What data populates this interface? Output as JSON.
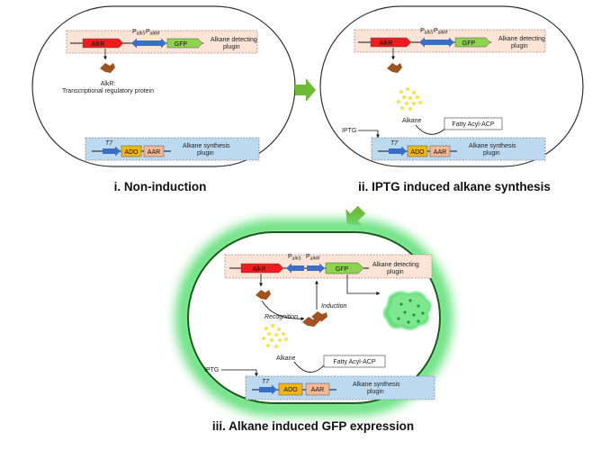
{
  "colors": {
    "alkR": "#ee1c1c",
    "gfp": "#8ed24f",
    "ado": "#f2b517",
    "aar": "#f2b896",
    "promoter_arrow": "#3b6fc7",
    "detect_plugin_bg": "#fbe3d6",
    "synth_plugin_bg": "#bcd9f0",
    "protein": "#a1521f",
    "alkane_dot": "#f5e34a",
    "gfp_glow": "#66e07e",
    "stage_arrow": "#6dbb35"
  },
  "panel_i": {
    "genes": {
      "alkR": "AlkR",
      "gfp": "GFP"
    },
    "promoter_s": {
      "main": "P",
      "sub": "alkS"
    },
    "promoter_m": {
      "main": "P",
      "sub": "alkM"
    },
    "detect_plugin": [
      "Alkane detecting",
      "plugin"
    ],
    "protein_label": [
      "AlkR:",
      "Transcriptional regulatory protein"
    ],
    "t7": "T7",
    "ado": "ADO",
    "aar": "AAR",
    "synth_plugin": [
      "Alkane synthesis",
      "plugin"
    ],
    "caption": "i. Non-induction"
  },
  "panel_ii": {
    "genes": {
      "alkR": "AlkR",
      "gfp": "GFP"
    },
    "promoter_s": {
      "main": "P",
      "sub": "alkS"
    },
    "promoter_m": {
      "main": "P",
      "sub": "alkM"
    },
    "detect_plugin": [
      "Alkane detecting",
      "plugin"
    ],
    "alkane": "Alkane",
    "fatty": "Fatty Acyl-ACP",
    "iptg": "IPTG",
    "t7": "T7",
    "ado": "ADO",
    "aar": "AAR",
    "synth_plugin": [
      "Alkane synthesis",
      "plugin"
    ],
    "caption": "ii. IPTG induced alkane synthesis"
  },
  "panel_iii": {
    "genes": {
      "alkR": "AlkR",
      "gfp": "GFP"
    },
    "promoter_s": {
      "main": "P",
      "sub": "alkS"
    },
    "promoter_m": {
      "main": "P",
      "sub": "alkM"
    },
    "detect_plugin": [
      "Alkane detecting",
      "plugin"
    ],
    "recognition": "Recognition",
    "induction": "Induction",
    "alkane": "Alkane",
    "fatty": "Fatty Acyl-ACP",
    "iptg": "IPTG",
    "t7": "T7",
    "ado": "ADO",
    "aar": "AAR",
    "synth_plugin": [
      "Alkane synthesis",
      "plugin"
    ],
    "caption": "iii.  Alkane induced GFP expression"
  }
}
